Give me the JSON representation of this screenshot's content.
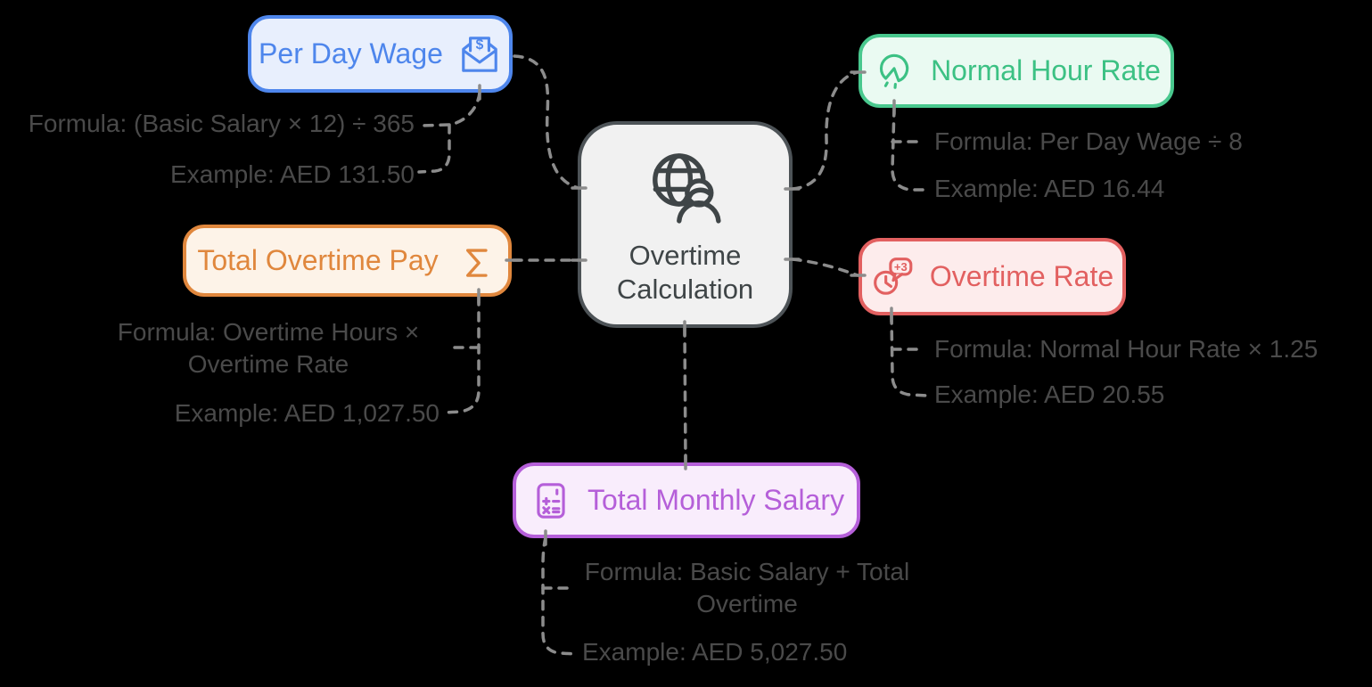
{
  "colors": {
    "background": "#000000",
    "connector": "#8c8c8c",
    "description_text": "#4a4a4a"
  },
  "icon_glyphs": {
    "dollar": "$",
    "plus3": "+3"
  },
  "center": {
    "label": "Overtime\nCalculation",
    "icon": "globe-user-icon",
    "border": "#4d5357",
    "fill": "#f1f1f1",
    "text_color": "#3f4547"
  },
  "branches": [
    {
      "id": "per-day-wage",
      "label": "Per Day Wage",
      "icon": "envelope-dollar-icon",
      "border": "#4e86ec",
      "fill": "#e8effd",
      "text_color": "#4e86ec",
      "formula": "Formula: (Basic Salary × 12) ÷ 365",
      "example": "Example: AED 131.50"
    },
    {
      "id": "normal-hour-rate",
      "label": "Normal Hour Rate",
      "icon": "timer-gauge-icon",
      "border": "#49c88e",
      "fill": "#eafaf2",
      "text_color": "#3cc184",
      "formula": "Formula: Per Day Wage ÷ 8",
      "example": "Example: AED 16.44"
    },
    {
      "id": "total-overtime-pay",
      "label": "Total Overtime Pay",
      "icon": "sigma-icon",
      "border": "#e0873d",
      "fill": "#fdf3e8",
      "text_color": "#e0873d",
      "formula": "Formula: Overtime Hours ×\nOvertime Rate",
      "example": "Example: AED 1,027.50"
    },
    {
      "id": "overtime-rate",
      "label": "Overtime Rate",
      "icon": "clock-plus-3-icon",
      "border": "#e26060",
      "fill": "#fdecec",
      "text_color": "#e26060",
      "formula": "Formula: Normal Hour Rate × 1.25",
      "example": "Example: AED 20.55"
    },
    {
      "id": "total-monthly-salary",
      "label": "Total Monthly Salary",
      "icon": "calculator-icon",
      "border": "#b55fd9",
      "fill": "#f9edfc",
      "text_color": "#b55fd9",
      "formula": "Formula: Basic Salary + Total\nOvertime",
      "example": "Example: AED 5,027.50"
    }
  ]
}
